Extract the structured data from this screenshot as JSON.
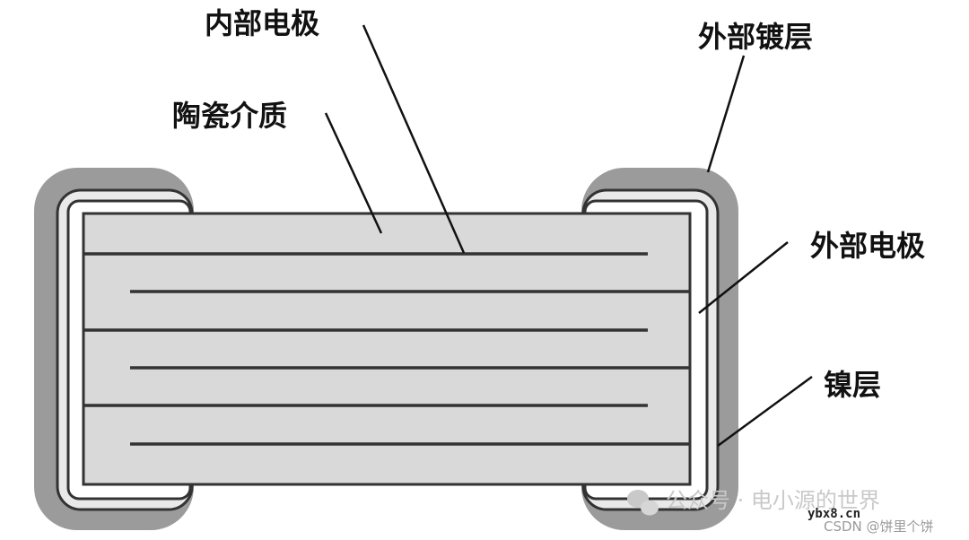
{
  "labels": {
    "inner_electrode": "内部电极",
    "outer_plating": "外部镀层",
    "ceramic_dielectric": "陶瓷介质",
    "outer_electrode": "外部电极",
    "nickel_layer": "镍层"
  },
  "watermark": {
    "wechat": "公众号 · 电小源的世界",
    "site": "ybx8.cn",
    "csdn": "CSDN @饼里个饼"
  },
  "colors": {
    "plating": "#9b9b9b",
    "nickel": "#e9e9e9",
    "ceramic": "#d9d9d9",
    "lines": "#333333"
  }
}
